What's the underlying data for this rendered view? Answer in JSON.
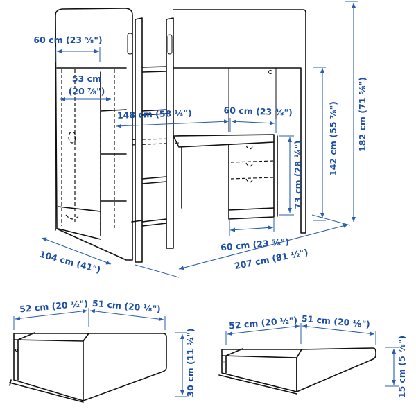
{
  "colors": {
    "dimension": "#1c4ea6",
    "outline": "#111111"
  },
  "loft_bed": {
    "side_top_width": "60 cm (23 ⅝\")",
    "inner_width_cm": "53 cm",
    "inner_width_in": "(20 ⅞\")",
    "desk_offset": "148 cm (58 ¼\")",
    "desk_depth_top": "60 cm (23 ⅝\")",
    "desk_height": "73 cm (28 ¾\")",
    "clearance_height": "142 cm (55 ⅞\")",
    "total_height": "182 cm (71 ⅝\")",
    "depth": "104 cm (41\")",
    "desk_depth_bottom": "60 cm (23 ⅝\")",
    "length": "207 cm (81 ½\")"
  },
  "drawer_large": {
    "width": "52 cm (20 ½\")",
    "depth": "51 cm (20 ⅛\")",
    "height": "30 cm (11 ¾\")"
  },
  "drawer_small": {
    "width": "52 cm (20 ½\")",
    "depth": "51 cm (20 ⅛\")",
    "height": "15 cm (5 ⅞\")"
  }
}
